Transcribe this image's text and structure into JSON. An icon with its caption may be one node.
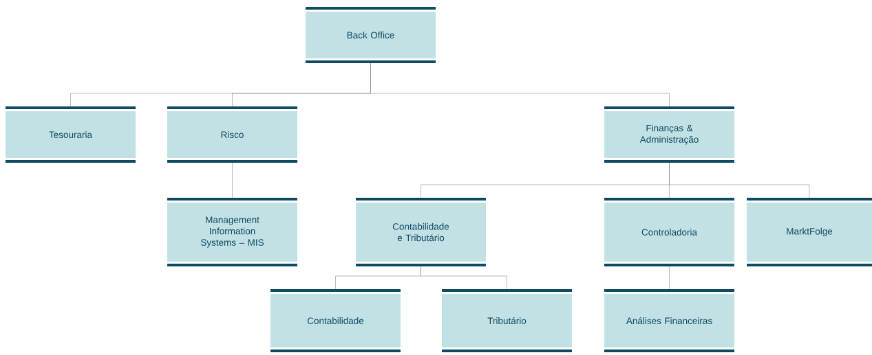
{
  "diagram": {
    "nodes": [
      {
        "text": [
          "Back Office"
        ]
      },
      {
        "text": [
          "Tesouraria"
        ]
      },
      {
        "text": [
          "Risco"
        ]
      },
      {
        "text": [
          "Finanças & Administração"
        ]
      },
      {
        "text": [
          "Management Information Systems – MIS"
        ]
      },
      {
        "text": [
          "Contabilidade e Tributário"
        ]
      },
      {
        "text": [
          "Controladoria"
        ]
      },
      {
        "text": [
          "MarktFolge"
        ]
      },
      {
        "text": [
          "Contabilidade"
        ]
      },
      {
        "text": [
          "Tributário"
        ]
      },
      {
        "text": [
          "Análises Financeiras"
        ]
      }
    ],
    "edges": [
      {
        "from": 0,
        "to": 1,
        "arrow": "none"
      },
      {
        "from": 0,
        "to": 2,
        "arrow": "none"
      },
      {
        "from": 0,
        "to": 3,
        "arrow": "none"
      },
      {
        "from": 2,
        "to": 4,
        "arrow": "none"
      },
      {
        "from": 3,
        "to": 5,
        "arrow": "none"
      },
      {
        "from": 3,
        "to": 6,
        "arrow": "none"
      },
      {
        "from": 3,
        "to": 7,
        "arrow": "none"
      },
      {
        "from": 5,
        "to": 8,
        "arrow": "none"
      },
      {
        "from": 5,
        "to": 9,
        "arrow": "none"
      },
      {
        "from": 6,
        "to": 10,
        "arrow": "none"
      }
    ]
  }
}
